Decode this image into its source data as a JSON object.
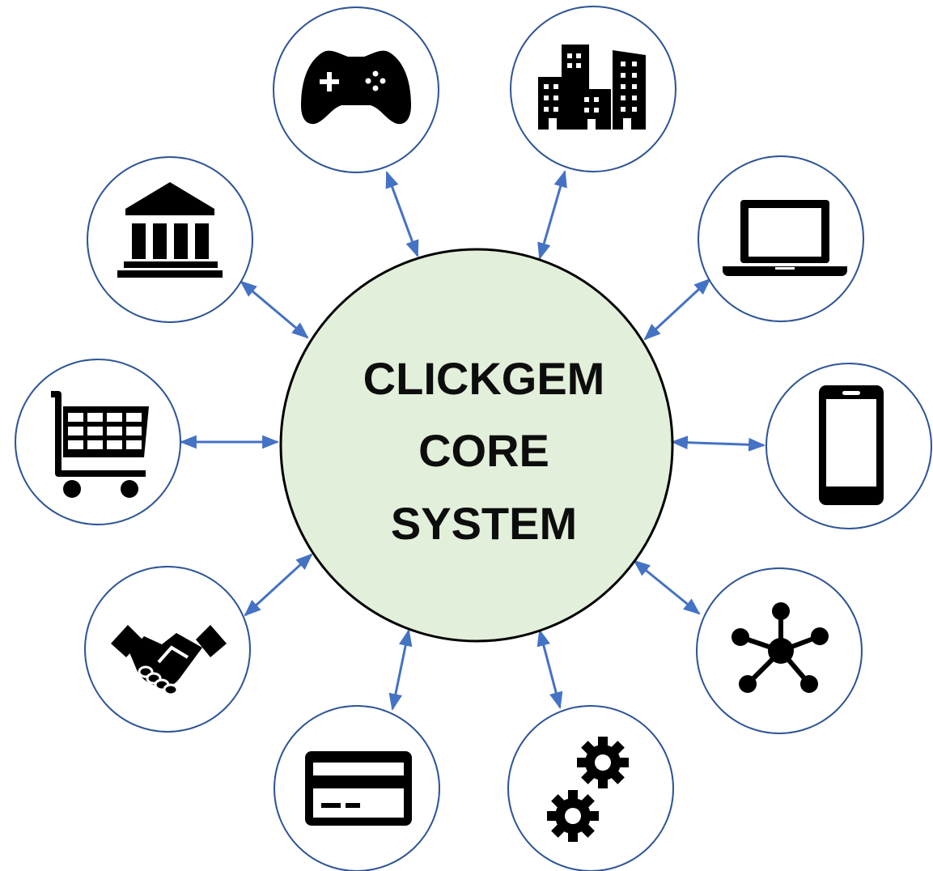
{
  "core": {
    "line1": "CLICKGEM",
    "line2": "CORE",
    "line3": "SYSTEM",
    "fill": "#e2efda",
    "stroke": "#000000"
  },
  "satellite_stroke": "#2f5597",
  "arrow_color": "#4472c4",
  "nodes": [
    {
      "id": "gaming",
      "icon": "game-controller-icon"
    },
    {
      "id": "enterprise",
      "icon": "office-buildings-icon"
    },
    {
      "id": "computer",
      "icon": "laptop-icon"
    },
    {
      "id": "mobile",
      "icon": "smartphone-icon"
    },
    {
      "id": "network",
      "icon": "network-hub-icon"
    },
    {
      "id": "settings",
      "icon": "gears-icon"
    },
    {
      "id": "payment",
      "icon": "credit-card-icon"
    },
    {
      "id": "partnership",
      "icon": "handshake-icon"
    },
    {
      "id": "ecommerce",
      "icon": "shopping-cart-icon"
    },
    {
      "id": "banking",
      "icon": "bank-icon"
    }
  ]
}
